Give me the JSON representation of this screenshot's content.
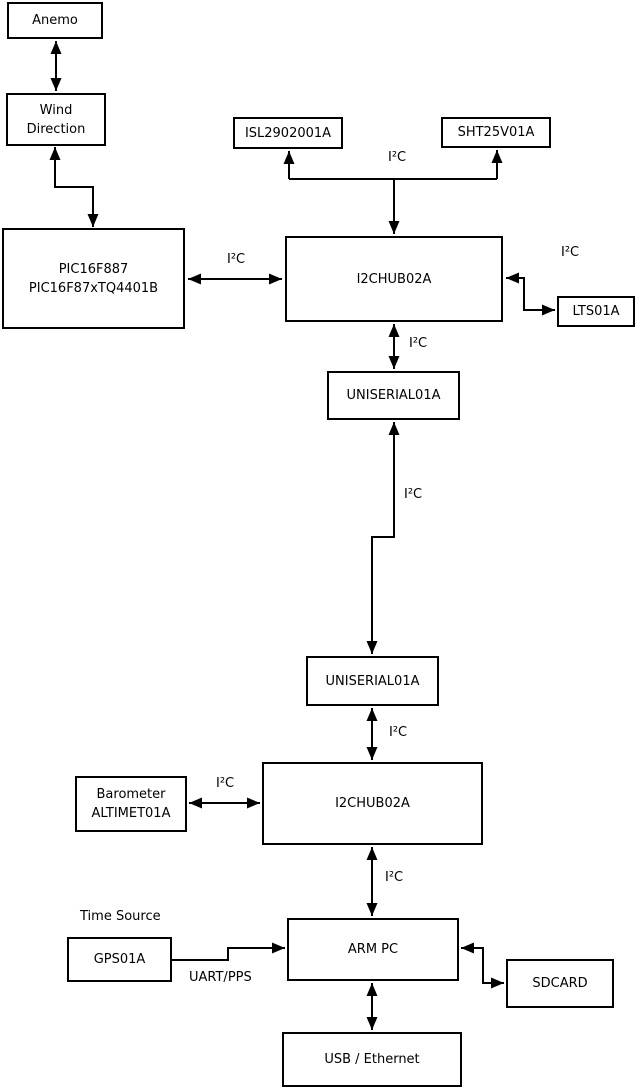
{
  "nodes": {
    "anemo": {
      "label": "Anemo"
    },
    "wind_direction": {
      "line1": "Wind",
      "line2": "Direction"
    },
    "pic": {
      "line1": "PIC16F887",
      "line2": "PIC16F87xTQ4401B"
    },
    "isl": {
      "label": "ISL2902001A"
    },
    "sht": {
      "label": "SHT25V01A"
    },
    "hub1": {
      "label": "I2CHUB02A"
    },
    "lts": {
      "label": "LTS01A"
    },
    "uniserial1": {
      "label": "UNISERIAL01A"
    },
    "uniserial2": {
      "label": "UNISERIAL01A"
    },
    "hub2": {
      "label": "I2CHUB02A"
    },
    "barometer": {
      "line1": "Barometer",
      "line2": "ALTIMET01A"
    },
    "gps": {
      "label": "GPS01A"
    },
    "arm_pc": {
      "label": "ARM PC"
    },
    "sdcard": {
      "label": "SDCARD"
    },
    "usb_ethernet": {
      "label": "USB / Ethernet"
    }
  },
  "edge_labels": {
    "i2c": "I²C",
    "uart_pps": "UART/PPS",
    "time_source": "Time Source"
  },
  "colors": {
    "line": "#000000",
    "box_background": "#ffffff",
    "page_background": "#ffffff"
  }
}
